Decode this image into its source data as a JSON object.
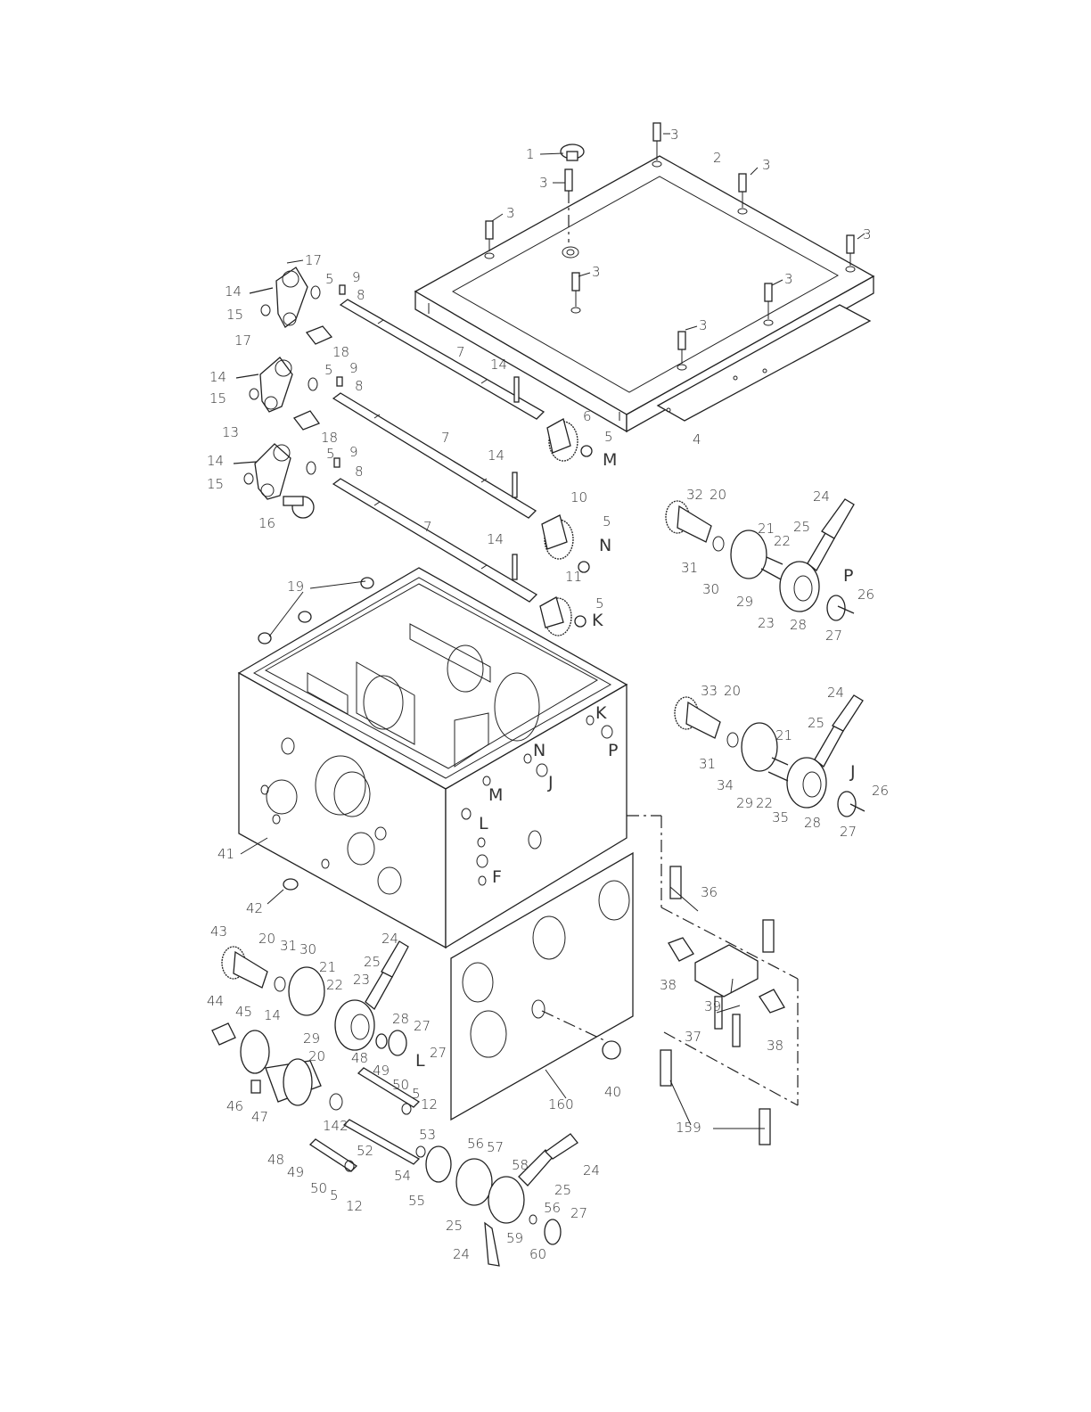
{
  "diagram": {
    "part_labels": {
      "p1": "1",
      "p2": "2",
      "p3a": "3",
      "p3b": "3",
      "p3c": "3",
      "p3d": "3",
      "p3e": "3",
      "p3f": "3",
      "p3g": "3",
      "p3h": "3",
      "p4": "4",
      "p5a": "5",
      "p5b": "5",
      "p5c": "5",
      "p5d": "5",
      "p5e": "5",
      "p5f": "5",
      "p5g": "5",
      "p5h": "5",
      "p6": "6",
      "p7a": "7",
      "p7b": "7",
      "p7c": "7",
      "p8a": "8",
      "p8b": "8",
      "p8c": "8",
      "p9a": "9",
      "p9b": "9",
      "p9c": "9",
      "p10": "10",
      "p11": "11",
      "p12a": "12",
      "p12b": "12",
      "p13": "13",
      "p14a": "14",
      "p14b": "14",
      "p14c": "14",
      "p14d": "14",
      "p14e": "14",
      "p14f": "14",
      "p14g": "14",
      "p15a": "15",
      "p15b": "15",
      "p15c": "15",
      "p16": "16",
      "p17a": "17",
      "p17b": "17",
      "p18a": "18",
      "p18b": "18",
      "p19": "19",
      "p20a": "20",
      "p20b": "20",
      "p20c": "20",
      "p20d": "20",
      "p21a": "21",
      "p21b": "21",
      "p21c": "21",
      "p22a": "22",
      "p22b": "22",
      "p22c": "22",
      "p23a": "23",
      "p23b": "23",
      "p24a": "24",
      "p24b": "24",
      "p24c": "24",
      "p24d": "24",
      "p24e": "24",
      "p25a": "25",
      "p25b": "25",
      "p25c": "25",
      "p25d": "25",
      "p25e": "25",
      "p26a": "26",
      "p26b": "26",
      "p27a": "27",
      "p27b": "27",
      "p27c": "27",
      "p27d": "27",
      "p27e": "27",
      "p28a": "28",
      "p28b": "28",
      "p28c": "28",
      "p29a": "29",
      "p29b": "29",
      "p29c": "29",
      "p30a": "30",
      "p30b": "30",
      "p31a": "31",
      "p31b": "31",
      "p31c": "31",
      "p32": "32",
      "p33": "33",
      "p34": "34",
      "p35": "35",
      "p36": "36",
      "p37": "37",
      "p38a": "38",
      "p38b": "38",
      "p39": "39",
      "p40": "40",
      "p41": "41",
      "p42": "42",
      "p43": "43",
      "p44": "44",
      "p45": "45",
      "p46": "46",
      "p47": "47",
      "p48a": "48",
      "p48b": "48",
      "p49a": "49",
      "p49b": "49",
      "p50a": "50",
      "p50b": "50",
      "p52": "52",
      "p53": "53",
      "p54": "54",
      "p55": "55",
      "p56a": "56",
      "p56b": "56",
      "p57": "57",
      "p58": "58",
      "p59": "59",
      "p60": "60",
      "p142": "142",
      "p159": "159",
      "p160": "160"
    },
    "ref_letters": {
      "M1": "M",
      "N1": "N",
      "K1": "K",
      "P1": "P",
      "K2": "K",
      "P2": "P",
      "N2": "N",
      "J2": "J",
      "M2": "M",
      "L2": "L",
      "F": "F",
      "J1": "J",
      "L1": "L"
    }
  }
}
